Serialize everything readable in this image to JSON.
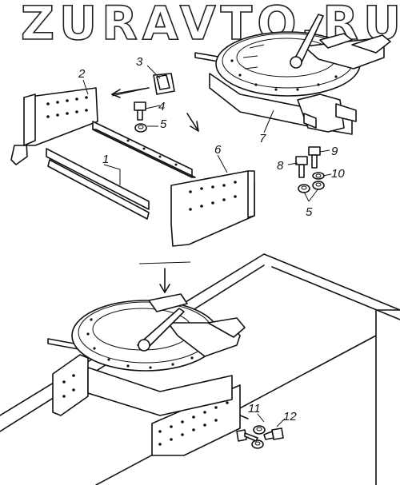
{
  "watermark": "ZURAVTO.RU",
  "callouts": {
    "c1": "1",
    "c2": "2",
    "c3": "3",
    "c4": "4",
    "c5a": "5",
    "c5b": "5",
    "c6": "6",
    "c7": "7",
    "c8": "8",
    "c9": "9",
    "c10": "10",
    "c11": "11",
    "c12": "12"
  }
}
